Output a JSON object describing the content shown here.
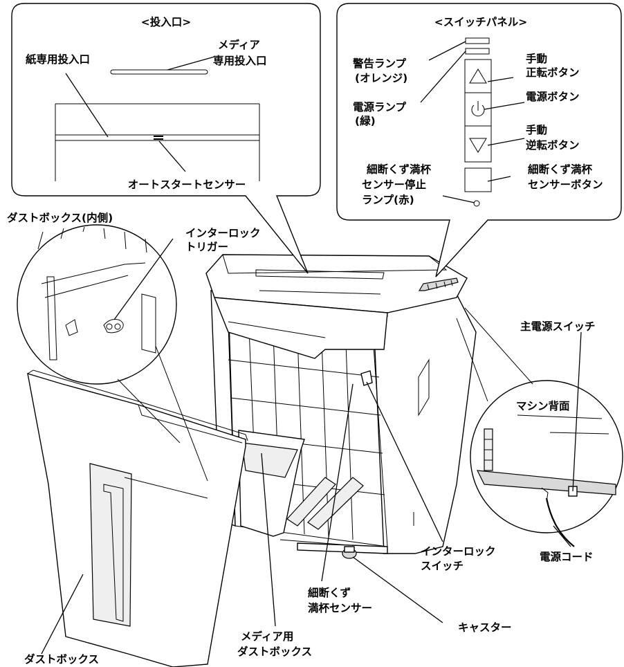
{
  "callouts": {
    "inlet": {
      "title": "<投入口>",
      "paper_slot": "紙専用投入口",
      "media_slot_line1": "メディア",
      "media_slot_line2": "専用投入口",
      "auto_start_sensor": "オートスタートセンサー"
    },
    "switch_panel": {
      "title": "<スイッチパネル>",
      "warning_lamp_line1": "警告ランプ",
      "warning_lamp_line2": "(オレンジ)",
      "power_lamp_line1": "電源ランプ",
      "power_lamp_line2": "(緑)",
      "manual_forward_line1": "手動",
      "manual_forward_line2": "正転ボタン",
      "power_button": "電源ボタン",
      "manual_reverse_line1": "手動",
      "manual_reverse_line2": "逆転ボタン",
      "full_stop_lamp_line1": "細断くず満杯",
      "full_stop_lamp_line2": "センサー停止",
      "full_stop_lamp_line3": "ランプ(赤)",
      "full_sensor_button_line1": "細断くず満杯",
      "full_sensor_button_line2": "センサーボタン"
    },
    "dust_box_inner": {
      "title": "ダストボックス(内側)",
      "interlock_trigger_line1": "インターロック",
      "interlock_trigger_line2": "トリガー"
    },
    "rear": {
      "title": "マシン背面",
      "main_power_switch": "主電源スイッチ",
      "power_cord": "電源コード"
    }
  },
  "labels": {
    "interlock_switch_line1": "インターロック",
    "interlock_switch_line2": "スイッチ",
    "full_sensor_line1": "細断くず",
    "full_sensor_line2": "満杯センサー",
    "caster": "キャスター",
    "media_dust_box_line1": "メディア用",
    "media_dust_box_line2": "ダストボックス",
    "dust_box": "ダストボックス"
  },
  "icons": {
    "forward": "triangle-up-icon",
    "power": "power-icon",
    "reverse": "triangle-down-icon"
  }
}
